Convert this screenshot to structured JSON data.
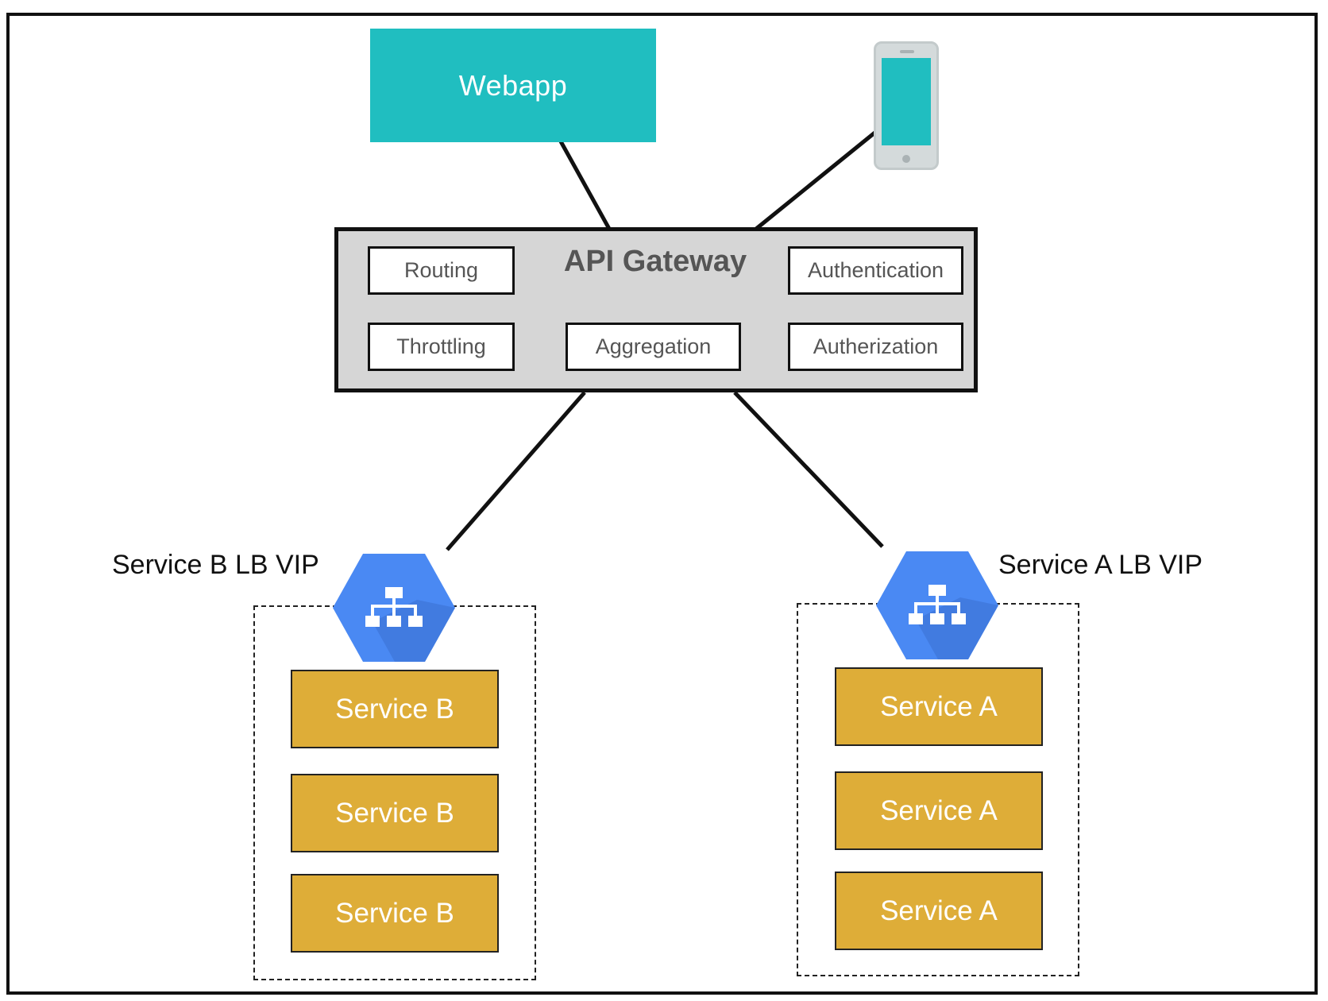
{
  "colors": {
    "webapp": "#20bec0",
    "gateway_fill": "#d6d6d6",
    "service_fill": "#dead38",
    "lb_blue": "#4a89f3"
  },
  "webapp": {
    "label": "Webapp"
  },
  "mobile": {
    "icon": "mobile-phone-icon"
  },
  "gateway": {
    "title": "API Gateway",
    "features": {
      "routing": "Routing",
      "authentication": "Authentication",
      "throttling": "Throttling",
      "aggregation": "Aggregation",
      "authorization": "Autherization"
    }
  },
  "service_b": {
    "lb_label": "Service B LB VIP",
    "lb_icon": "load-balancer-icon",
    "instances": [
      "Service B",
      "Service B",
      "Service B"
    ]
  },
  "service_a": {
    "lb_label": "Service A LB VIP",
    "lb_icon": "load-balancer-icon",
    "instances": [
      "Service A",
      "Service A",
      "Service A"
    ]
  }
}
